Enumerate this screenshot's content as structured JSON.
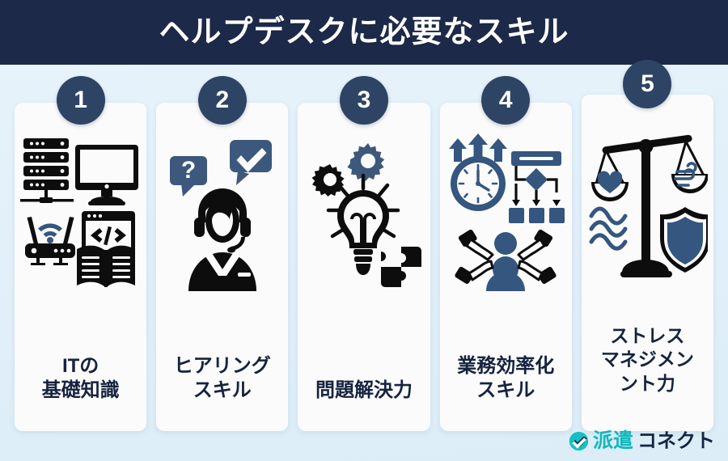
{
  "header": {
    "title": "ヘルプデスクに必要なスキル"
  },
  "colors": {
    "header_bg": "#1c2949",
    "page_bg": "#e4f1fa",
    "card_bg": "#fbfbfb",
    "badge_bg": "#2e4465",
    "text_dark": "#16233f",
    "accent_slate": "#34567f",
    "logo_teal": "#11b8bd",
    "logo_navy": "#152443"
  },
  "cards": [
    {
      "number": "1",
      "caption_lines": [
        "ITの",
        "基礎知識"
      ],
      "icons": [
        "server-rack-icon",
        "desktop-monitor-icon",
        "wifi-router-icon",
        "code-window-icon",
        "open-book-icon"
      ]
    },
    {
      "number": "2",
      "caption_lines": [
        "ヒアリング",
        "スキル"
      ],
      "icons": [
        "headset-operator-icon",
        "question-speech-bubble-icon",
        "check-speech-bubble-icon"
      ]
    },
    {
      "number": "3",
      "caption_lines": [
        "問題解決力"
      ],
      "icons": [
        "lightbulb-icon",
        "gear-icon",
        "gear-icon",
        "puzzle-piece-icon"
      ]
    },
    {
      "number": "4",
      "caption_lines": [
        "業務効率化",
        "スキル"
      ],
      "icons": [
        "clock-icon",
        "up-arrow-icon",
        "flowchart-icon",
        "teamwork-hands-icon"
      ]
    },
    {
      "number": "5",
      "caption_lines": [
        "ストレス",
        "マネジメン",
        "ント力"
      ],
      "icons": [
        "balance-scale-icon",
        "heart-icon",
        "wind-icon",
        "water-waves-icon",
        "shield-icon"
      ]
    }
  ],
  "logo": {
    "kanji": "派遣",
    "kana": "コネクト",
    "mark": "check-circle-icon"
  }
}
